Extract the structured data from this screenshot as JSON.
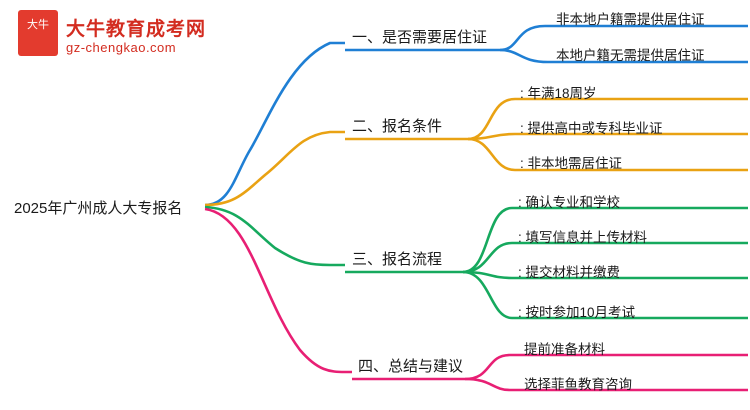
{
  "logo": {
    "mark_text": "大牛",
    "title": "大牛教育成考网",
    "subtitle": "gz-chengkao.com",
    "brand_color": "#d32c20"
  },
  "mindmap": {
    "root": "2025年广州成人大专报名",
    "branches": [
      {
        "label": "一、是否需要居住证",
        "color": "#1f7fd4",
        "children": [
          "非本地户籍需提供居住证",
          "本地户籍无需提供居住证"
        ]
      },
      {
        "label": "二、报名条件",
        "color": "#e9a213",
        "children": [
          ": 年满18周岁",
          ": 提供高中或专科毕业证",
          ": 非本地需居住证"
        ]
      },
      {
        "label": "三、报名流程",
        "color": "#16a95e",
        "children": [
          ": 确认专业和学校",
          ": 填写信息并上传材料",
          ": 提交材料并缴费",
          ": 按时参加10月考试"
        ]
      },
      {
        "label": "四、总结与建议",
        "color": "#e81f74",
        "children": [
          "提前准备材料",
          "选择菲鱼教育咨询"
        ]
      }
    ]
  }
}
